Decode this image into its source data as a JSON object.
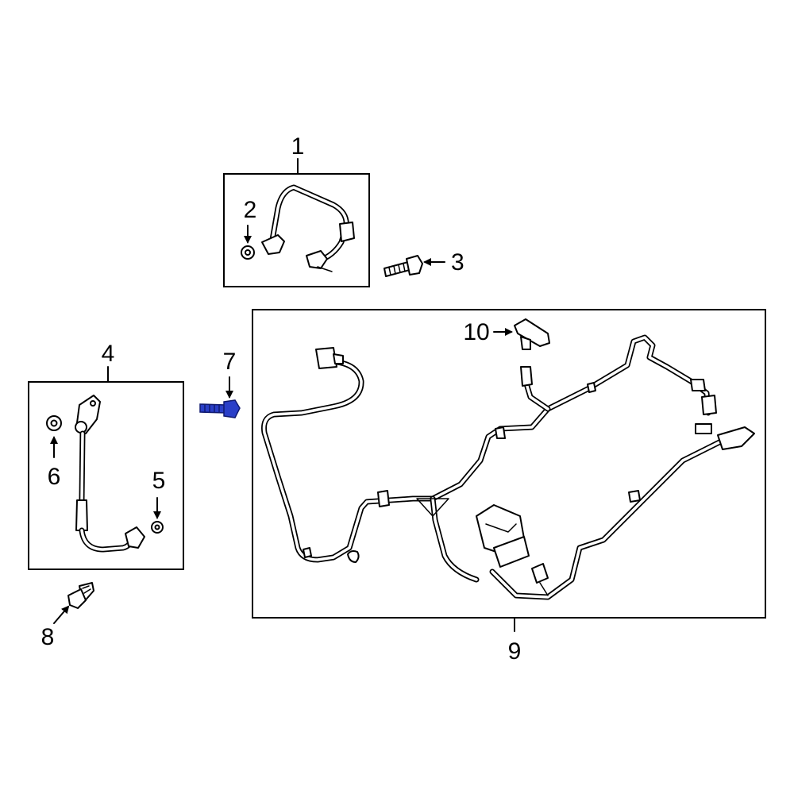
{
  "callouts": {
    "c1": "1",
    "c2": "2",
    "c3": "3",
    "c4": "4",
    "c5": "5",
    "c6": "6",
    "c7": "7",
    "c8": "8",
    "c9": "9",
    "c10": "10"
  },
  "colors": {
    "highlight_part": "#2a3fc8",
    "line": "#000000",
    "background": "#ffffff"
  }
}
